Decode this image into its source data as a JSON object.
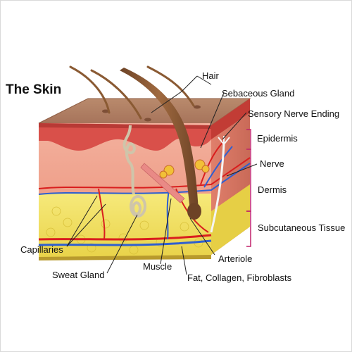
{
  "title": "The Skin",
  "labels": {
    "hair": "Hair",
    "sebaceous_gland": "Sebaceous Gland",
    "sensory_nerve_ending": "Sensory Nerve Ending",
    "epidermis": "Epidermis",
    "nerve": "Nerve",
    "dermis": "Dermis",
    "subcutaneous_tissue": "Subcutaneous Tissue",
    "capillaries": "Capillaries",
    "sweat_gland": "Sweat Gland",
    "muscle": "Muscle",
    "arteriole": "Arteriole",
    "fat": "Fat, Collagen, Fibroblasts"
  },
  "colors": {
    "bracket": "#c0206a",
    "hair": "#8a5a33",
    "epidermis": "#d9504a",
    "dermis": "#f1a592",
    "fat": "#f0df5a",
    "vessel_red": "#d91e1e",
    "vessel_blue": "#2f5fd0",
    "nerve": "#f4f4f4"
  }
}
